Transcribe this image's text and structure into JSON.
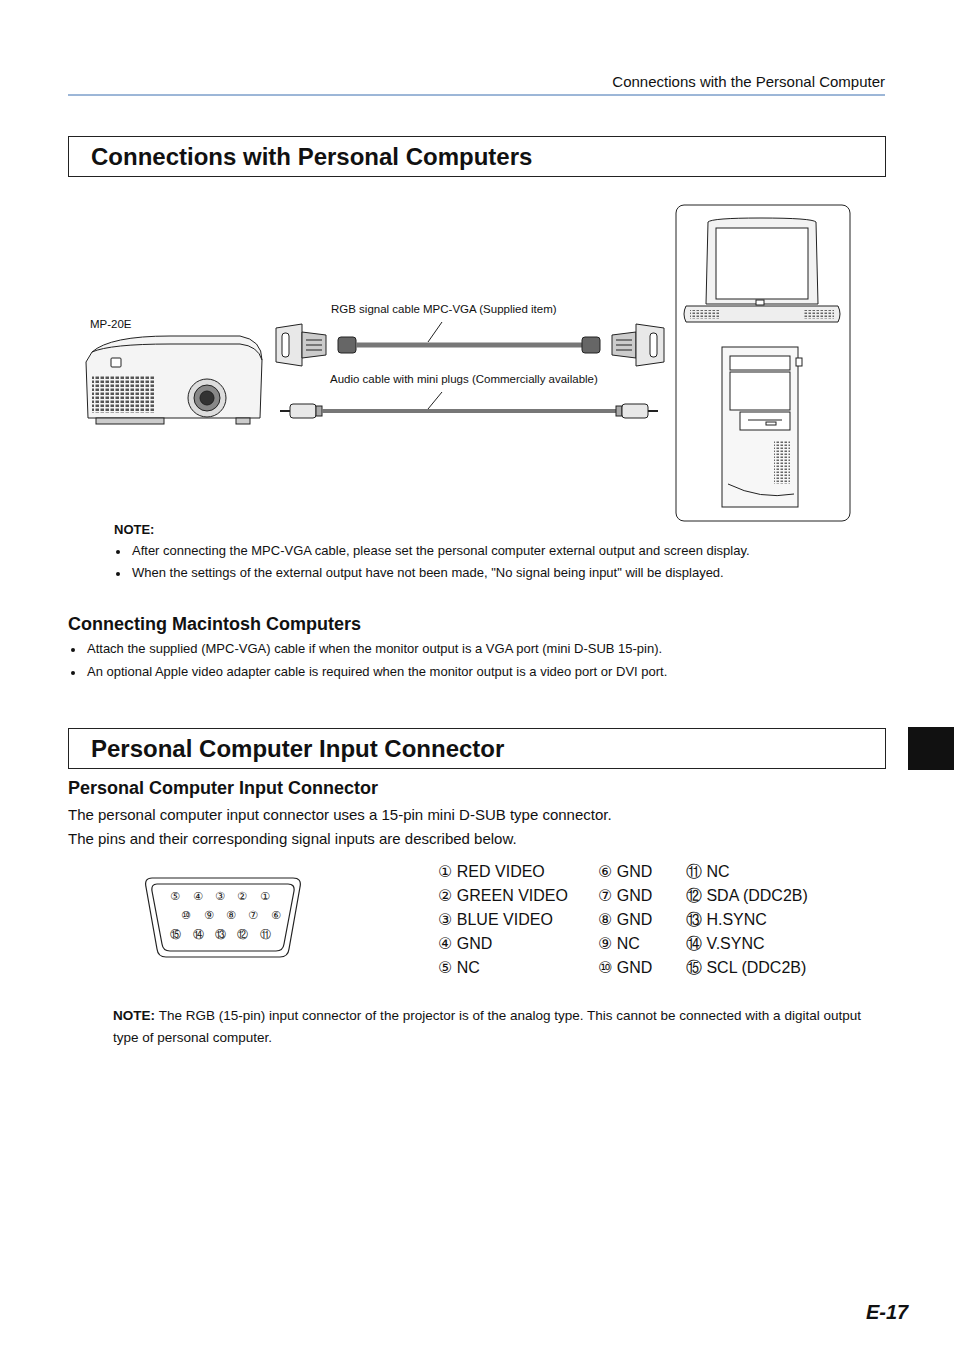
{
  "diagram": {
    "nodes": [
      {
        "text": [
          "Connections with Personal Computers"
        ]
      },
      {
        "text": [
          "Personal Computer Input Connector"
        ]
      }
    ],
    "labels": [
      "Connections with the Personal Computer",
      "MP-20E",
      "RGB signal cable MPC-VGA (Supplied item)",
      "Audio cable with mini plugs (Commercially available)",
      "NOTE:",
      "After connecting the MPC-VGA cable, please set the personal computer external output and screen display.",
      "When the settings of the external output have not been made, \"No signal being input\" will be displayed.",
      "Connecting Macintosh Computers",
      "Attach the supplied (MPC-VGA) cable if when the monitor output is a VGA port (mini D-SUB 15-pin).",
      "An optional Apple video adapter cable is required when the monitor output is a video port or DVI port.",
      "Personal Computer Input Connector",
      "The personal computer input connector uses a 15-pin mini D-SUB type connector.",
      "The pins and their corresponding signal inputs are described below.",
      "⑤",
      "④",
      "③",
      "②",
      "①",
      "⑩",
      "⑨",
      "⑧",
      "⑦",
      "⑥",
      "⑮",
      "⑭",
      "⑬",
      "⑫",
      "⑪",
      "① RED VIDEO",
      "② GREEN VIDEO",
      "③ BLUE VIDEO",
      "④ GND",
      "⑤ NC",
      "⑥ GND",
      "⑦ GND",
      "⑧ GND",
      "⑨ NC",
      "⑩ GND",
      "⑪ NC",
      "⑫ SDA (DDC2B)",
      "⑬ H.SYNC",
      "⑭ V.SYNC",
      "⑮ SCL (DDC2B)",
      "NOTE:",
      "The RGB (15-pin) input connector of the projector is of the analog type. This cannot be connected with a digital output type of personal computer.",
      "E-17"
    ]
  }
}
